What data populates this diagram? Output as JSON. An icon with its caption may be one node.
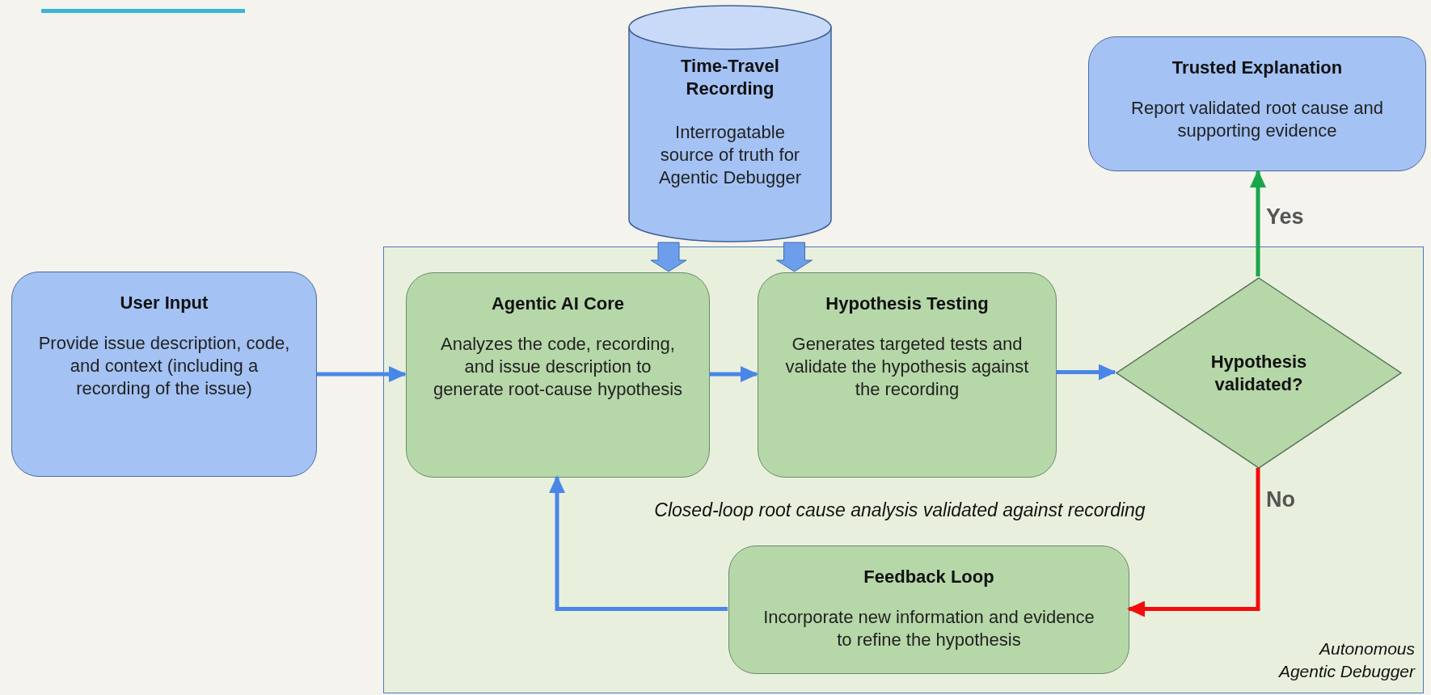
{
  "diagram": {
    "nodes": [
      {
        "text": [
          "Time-Travel Recording",
          "Interrogatable source of truth for Agentic Debugger"
        ]
      },
      {
        "text": [
          "Trusted Explanation",
          "Report validated root cause and supporting evidence"
        ]
      },
      {
        "text": [
          "Autonomous Agentic Debugger"
        ]
      },
      {
        "text": [
          "User Input",
          "Provide issue description, code, and context (including a recording of the issue)"
        ]
      },
      {
        "text": [
          "Agentic AI Core",
          "Analyzes the code, recording, and issue description to generate root-cause hypothesis"
        ],
        "in": 2
      },
      {
        "text": [
          "Hypothesis Testing",
          "Generates targeted tests and validate the hypothesis against the recording"
        ],
        "in": 2
      },
      {
        "text": [
          "Hypothesis validated?"
        ],
        "in": 2
      },
      {
        "text": [
          "Feedback Loop",
          "Incorporate new information and evidence to refine the hypothesis"
        ],
        "in": 2
      }
    ],
    "edges": [
      {
        "from": 0,
        "to": 4,
        "arrow": "to",
        "style": "thick",
        "color": "#6d9eeb"
      },
      {
        "from": 0,
        "to": 5,
        "arrow": "to",
        "style": "thick",
        "color": "#6d9eeb"
      },
      {
        "from": 3,
        "to": 4,
        "arrow": "to"
      },
      {
        "from": 4,
        "to": 5,
        "arrow": "to"
      },
      {
        "from": 5,
        "to": 6,
        "arrow": "to"
      },
      {
        "from": 6,
        "to": 1,
        "arrow": "to",
        "label": "Yes",
        "color": "#1aa64a"
      },
      {
        "from": 6,
        "to": 7,
        "arrow": "to",
        "label": "No",
        "color": "#f20d0d"
      },
      {
        "from": 7,
        "to": 4,
        "arrow": "to"
      }
    ],
    "labels": [
      "Closed-loop root cause analysis validated against recording"
    ]
  }
}
